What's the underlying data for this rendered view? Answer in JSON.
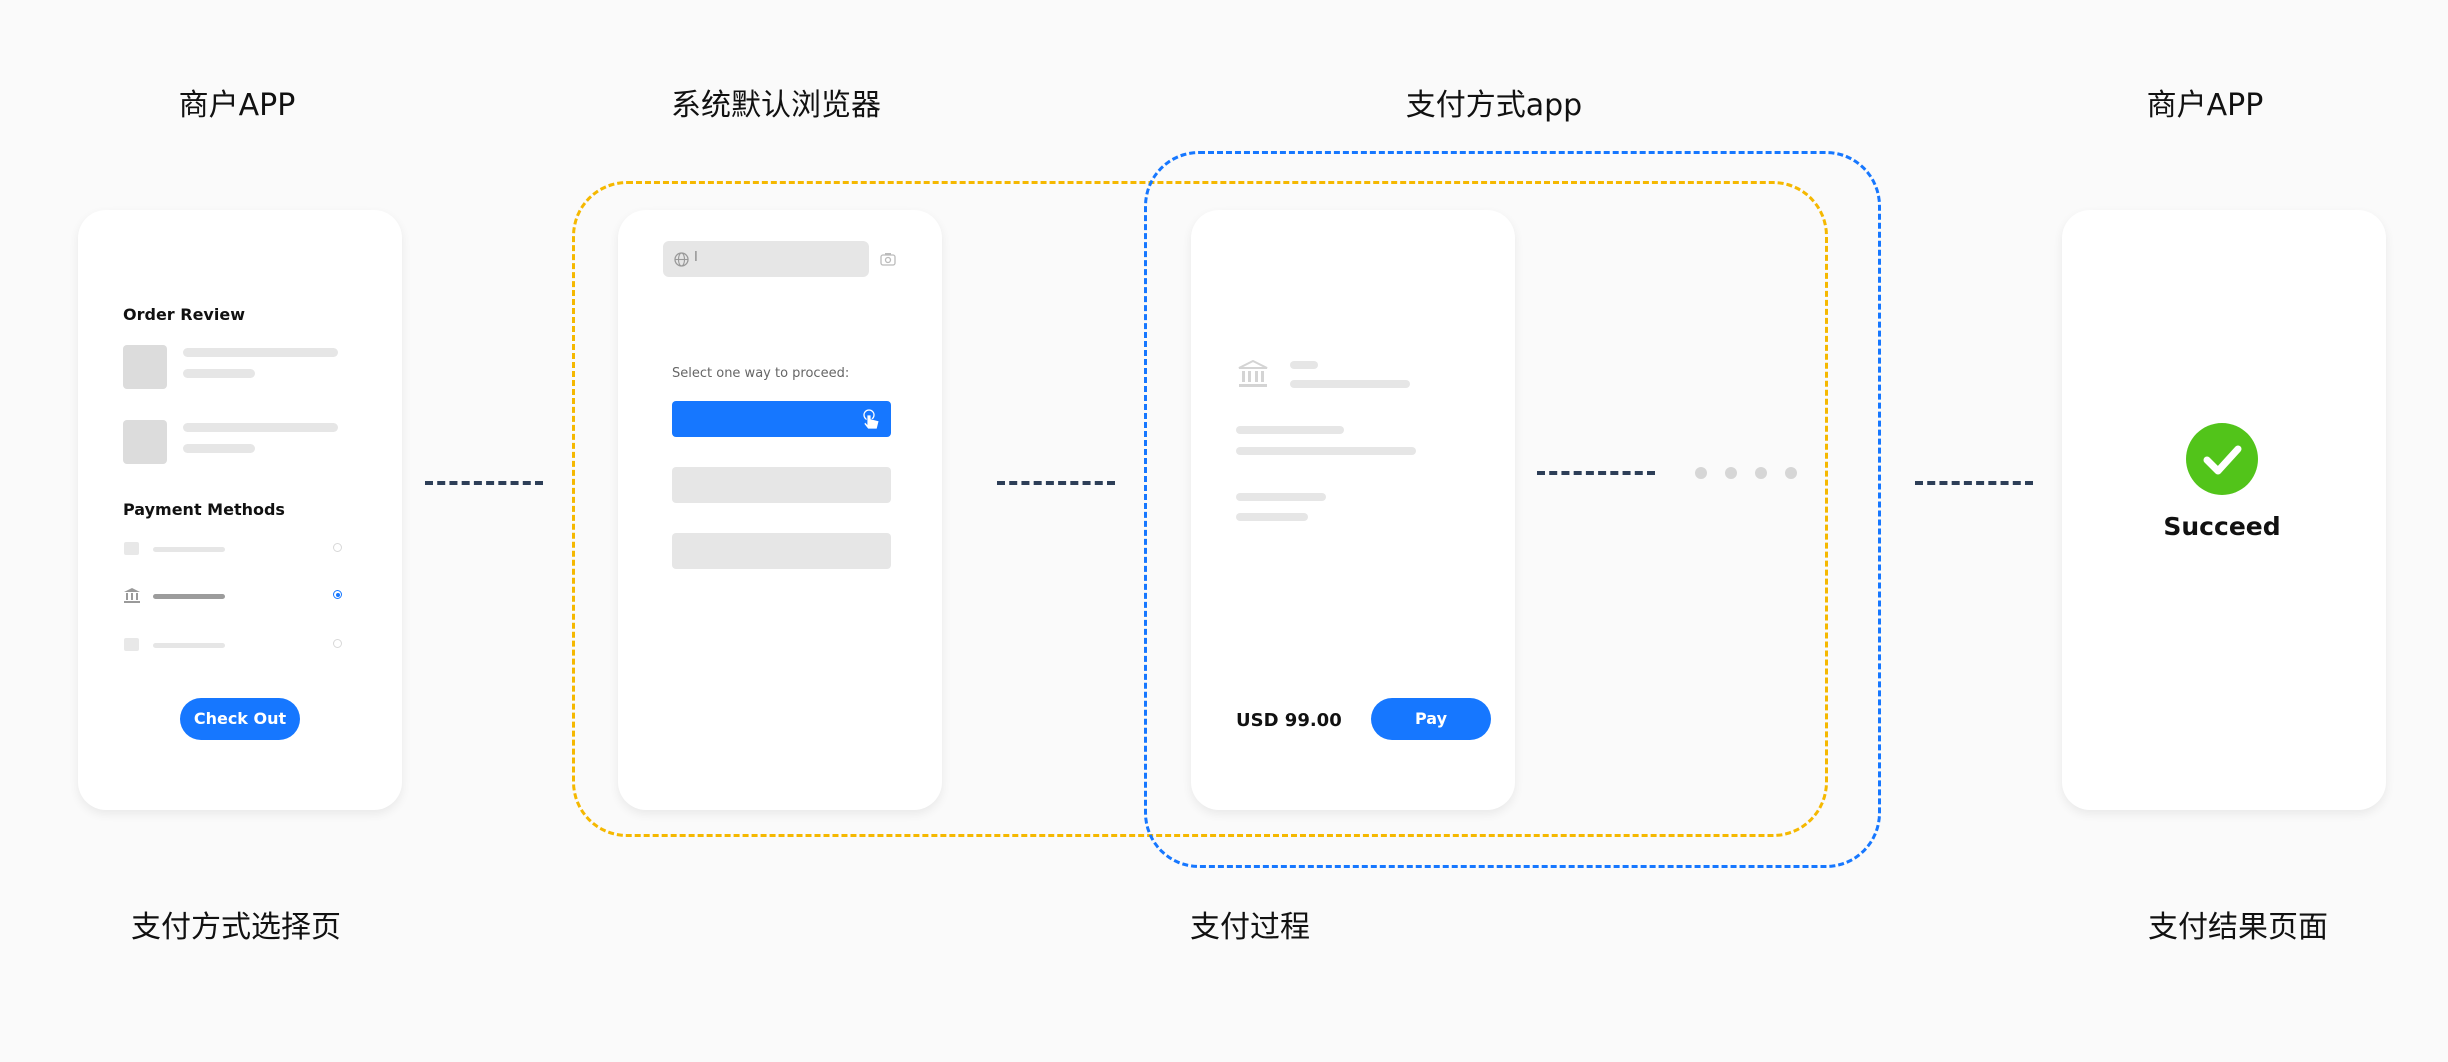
{
  "titles": {
    "merchant_app_1": "商户APP",
    "system_browser": "系统默认浏览器",
    "payment_app": "支付方式app",
    "merchant_app_2": "商户APP"
  },
  "captions": {
    "selection_page": "支付方式选择页",
    "payment_process": "支付过程",
    "result_page": "支付结果页面"
  },
  "card_checkout": {
    "order_review": "Order Review",
    "payment_methods": "Payment Methods",
    "checkout_button": "Check Out"
  },
  "card_browser": {
    "address_prefix": "I",
    "prompt": "Select one way to proceed:"
  },
  "card_payapp": {
    "amount": "USD 99.00",
    "pay_button": "Pay"
  },
  "card_result": {
    "status": "Succeed"
  },
  "colors": {
    "primary_blue": "#1677ff",
    "orange_frame": "#f5b800",
    "blue_frame": "#1677ff",
    "success_green": "#52c41a",
    "connector": "#2d3e57"
  }
}
